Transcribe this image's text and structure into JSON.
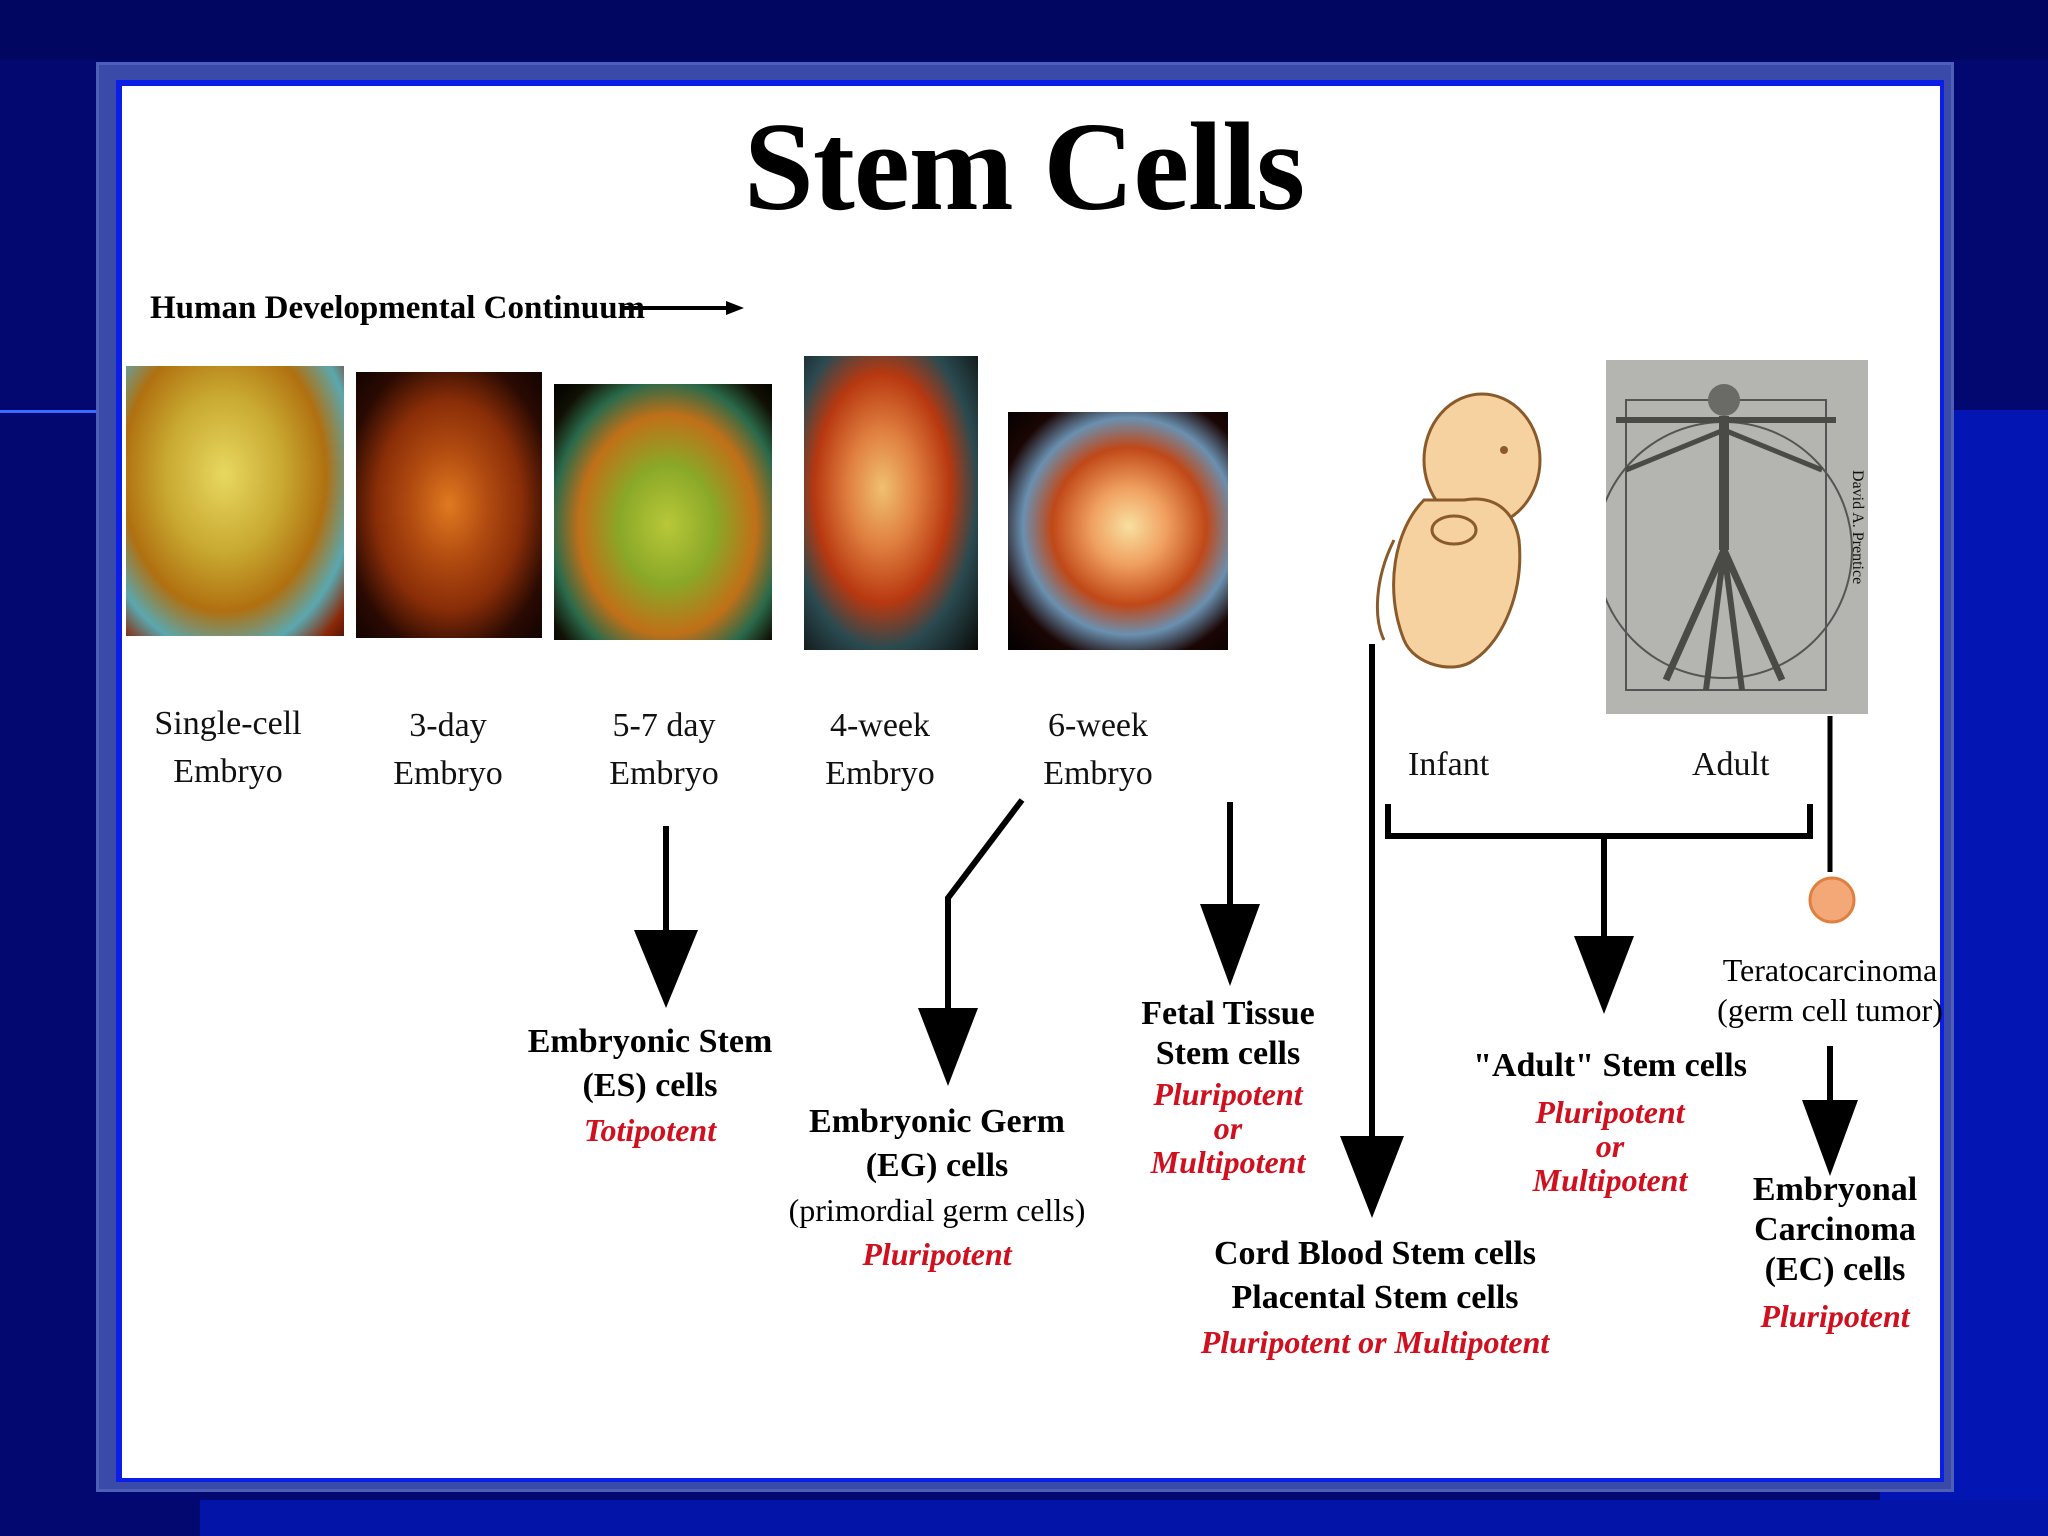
{
  "title": "Stem Cells",
  "continuum_label": "Human Developmental Continuum",
  "stages": [
    {
      "line1": "Single-cell",
      "line2": "Embryo"
    },
    {
      "line1": "3-day",
      "line2": "Embryo"
    },
    {
      "line1": "5-7 day",
      "line2": "Embryo"
    },
    {
      "line1": "4-week",
      "line2": "Embryo"
    },
    {
      "line1": "6-week",
      "line2": "Embryo"
    }
  ],
  "infant_label": "Infant",
  "adult_label": "Adult",
  "photo_credit": "David A. Prentice",
  "destinations": {
    "es": {
      "line1": "Embryonic Stem",
      "line2": "(ES) cells",
      "potency": "Totipotent"
    },
    "eg": {
      "line1": "Embryonic Germ",
      "line2": "(EG) cells",
      "note": "(primordial germ cells)",
      "potency": "Pluripotent"
    },
    "fetal": {
      "line1": "Fetal Tissue",
      "line2": "Stem cells",
      "potency1": "Pluripotent",
      "potency2": "or",
      "potency3": "Multipotent"
    },
    "cord": {
      "line1": "Cord Blood Stem cells",
      "line2": "Placental Stem cells",
      "potency": "Pluripotent or Multipotent"
    },
    "adult": {
      "line1": "\"Adult\" Stem cells",
      "potency1": "Pluripotent",
      "potency2": "or",
      "potency3": "Multipotent"
    },
    "terato": {
      "line1": "Teratocarcinoma",
      "line2": "(germ cell tumor)"
    },
    "ec": {
      "line1": "Embryonal",
      "line2": "Carcinoma",
      "line3": "(EC) cells",
      "potency": "Pluripotent"
    }
  },
  "colors": {
    "background": "#020870",
    "frame": "#0a1ee8",
    "potency": "#d0101e"
  }
}
